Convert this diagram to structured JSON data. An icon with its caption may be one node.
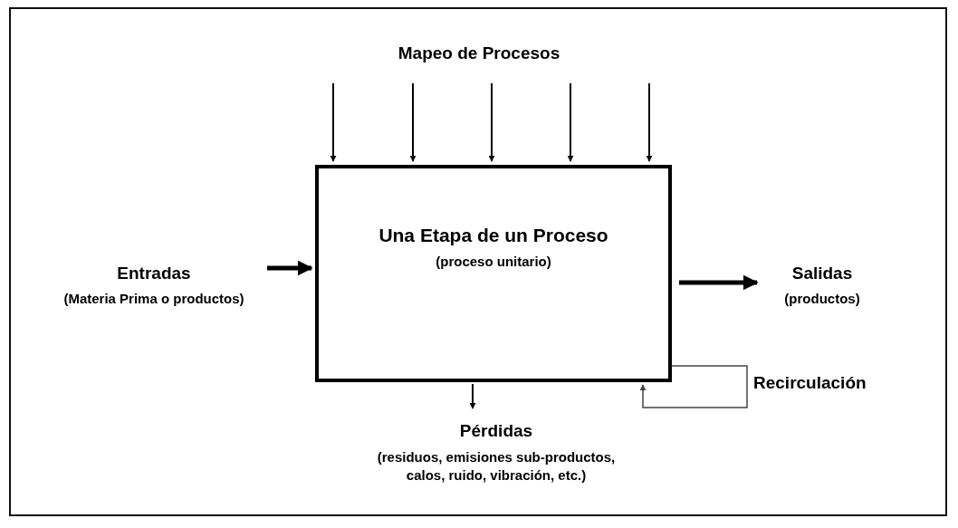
{
  "diagram": {
    "nodes": [
      {
        "text": [
          "Una Etapa de un Proceso",
          "(proceso unitario)"
        ]
      },
      {
        "text": [
          "Entradas",
          "(Materia Prima o productos)"
        ]
      },
      {
        "text": [
          "Salidas",
          "(productos)"
        ]
      },
      {
        "text": [
          "Pérdidas",
          "(residuos, emisiones sub-productos, calos, ruido, vibración, etc.)"
        ]
      }
    ],
    "edges": [
      {
        "from": null,
        "to": 0,
        "arrow": "to"
      },
      {
        "from": null,
        "to": 0,
        "arrow": "to"
      },
      {
        "from": null,
        "to": 0,
        "arrow": "to"
      },
      {
        "from": null,
        "to": 0,
        "arrow": "to"
      },
      {
        "from": null,
        "to": 0,
        "arrow": "to"
      },
      {
        "from": 1,
        "to": 0,
        "arrow": "to",
        "style": "thick"
      },
      {
        "from": 0,
        "to": 2,
        "arrow": "to",
        "style": "thick"
      },
      {
        "from": 0,
        "to": 3,
        "arrow": "to"
      },
      {
        "from": 0,
        "to": 0,
        "arrow": "to",
        "label": "Recirculación",
        "color": "#444444"
      }
    ],
    "labels": [
      "Mapeo de Procesos"
    ]
  }
}
